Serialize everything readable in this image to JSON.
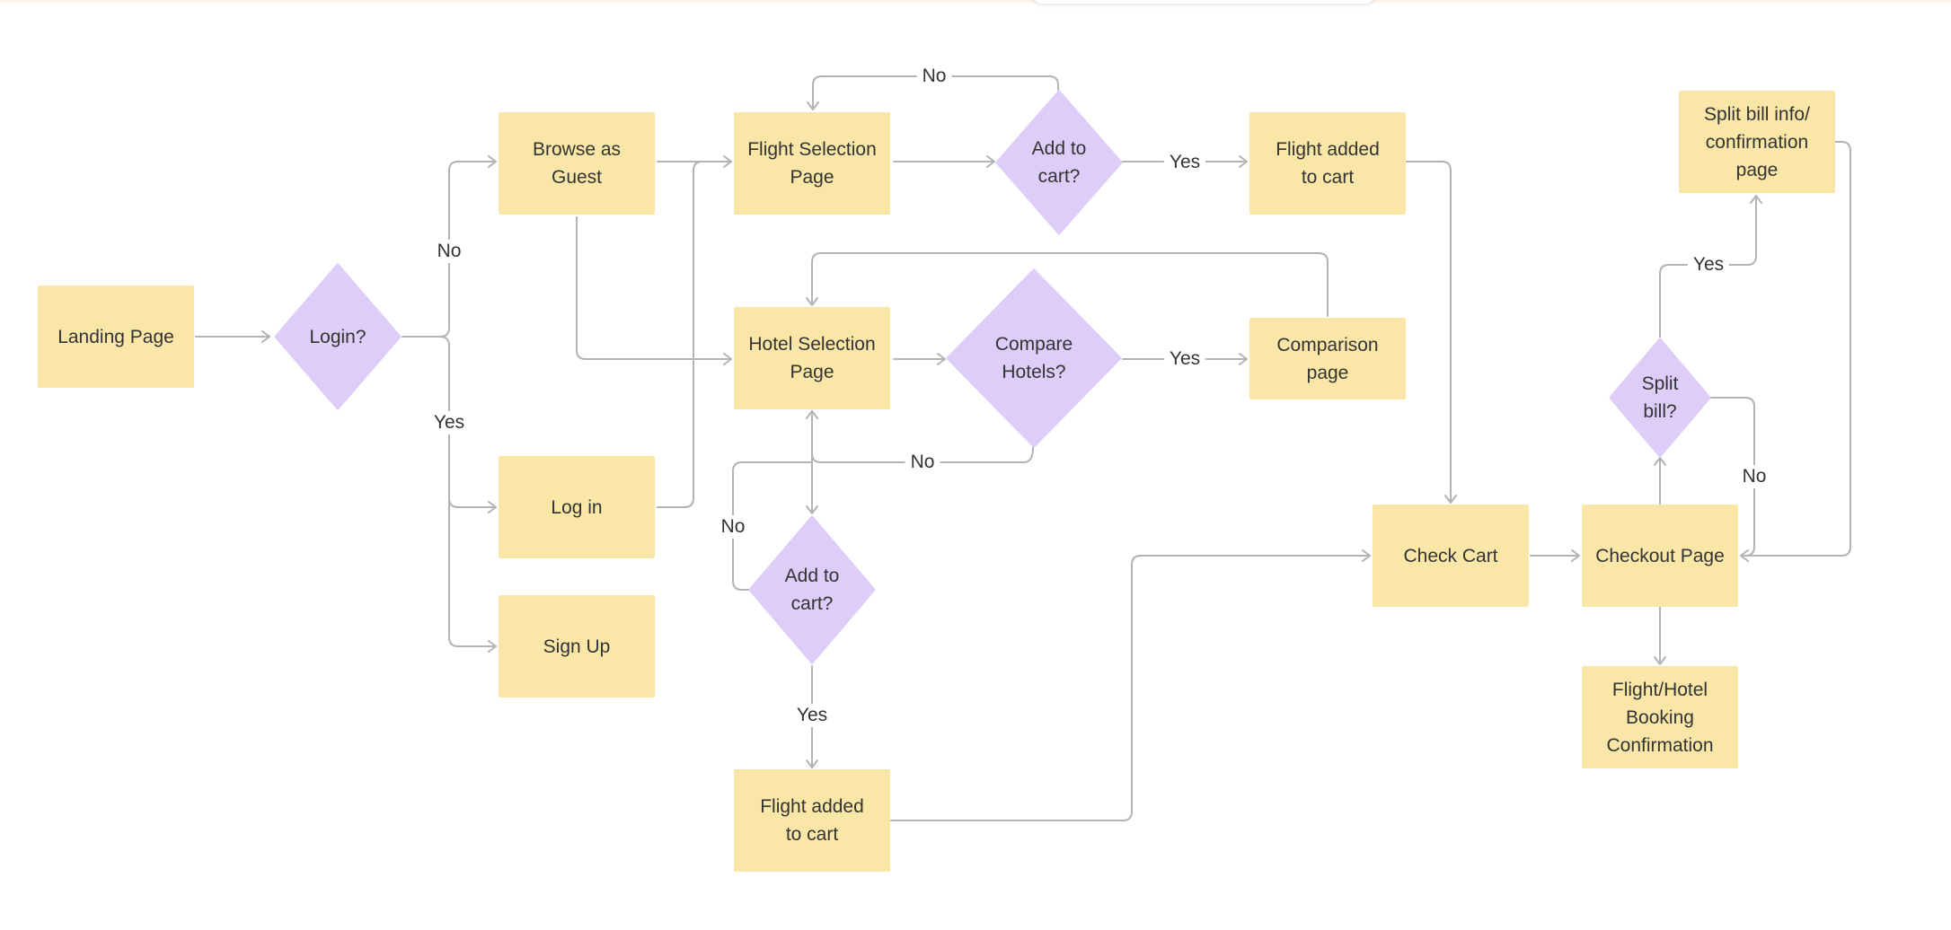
{
  "colors": {
    "process_fill": "#fae7a8",
    "decision_fill": "#ddcdf8",
    "connector": "#b3b3b3",
    "text": "#333333"
  },
  "nodes": {
    "landing": "Landing Page",
    "login_decision": "Login?",
    "browse_guest": "Browse as Guest",
    "log_in": "Log in",
    "sign_up": "Sign Up",
    "flight_selection": "Flight Selection Page",
    "flight_add_decision": "Add to cart?",
    "flight_added": "Flight added to cart",
    "hotel_selection": "Hotel Selection Page",
    "compare_decision": "Compare Hotels?",
    "comparison_page": "Comparison page",
    "hotel_add_decision": "Add to cart?",
    "hotel_added": "Flight added to cart",
    "check_cart": "Check Cart",
    "checkout": "Checkout Page",
    "split_decision": "Split bill?",
    "split_info": "Split bill info/ confirmation page",
    "booking_confirmation": "Flight/Hotel Booking Confirmation"
  },
  "edge_labels": {
    "login_no": "No",
    "login_yes": "Yes",
    "flight_add_no": "No",
    "flight_add_yes": "Yes",
    "compare_yes": "Yes",
    "compare_no": "No",
    "hotel_add_no": "No",
    "hotel_add_yes": "Yes",
    "split_yes": "Yes",
    "split_no": "No"
  }
}
